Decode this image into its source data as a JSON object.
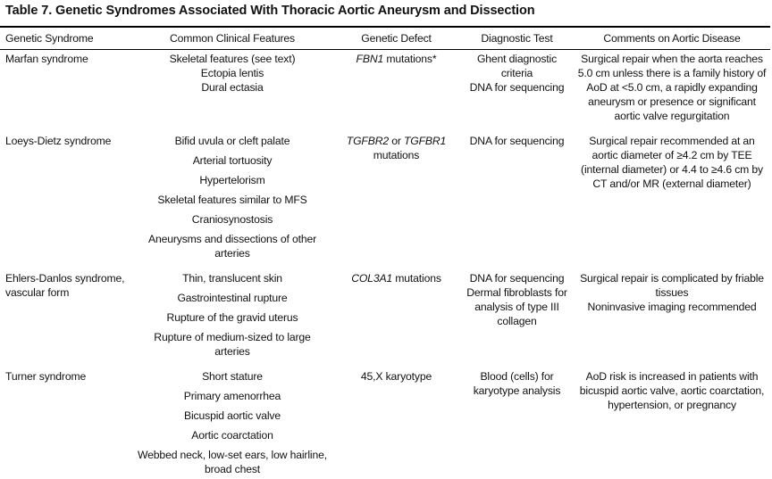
{
  "title": "Table 7.   Genetic Syndromes Associated With Thoracic Aortic Aneurysm and Dissection",
  "columns": [
    "Genetic Syndrome",
    "Common Clinical Features",
    "Genetic Defect",
    "Diagnostic Test",
    "Comments on Aortic Disease"
  ],
  "rows": [
    {
      "syndrome": "Marfan syndrome",
      "features": [
        "Skeletal features (see text)",
        "Ectopia lentis",
        "Dural ectasia"
      ],
      "defect_gene1": "FBN1",
      "defect_connector": "",
      "defect_gene2": "",
      "defect_suffix": " mutations*",
      "tests": [
        "Ghent diagnostic criteria",
        "DNA for sequencing"
      ],
      "comments": "Surgical repair when the aorta reaches 5.0 cm unless there is a family history of AoD at <5.0 cm, a rapidly expanding aneurysm or presence or significant aortic valve regurgitation"
    },
    {
      "syndrome": "Loeys-Dietz syndrome",
      "features": [
        "Bifid uvula or cleft palate",
        "Arterial tortuosity",
        "Hypertelorism",
        "Skeletal features similar to MFS",
        "Craniosynostosis",
        "Aneurysms and dissections of other arteries"
      ],
      "defect_gene1": "TGFBR2",
      "defect_connector": " or ",
      "defect_gene2": "TGFBR1",
      "defect_suffix": " mutations",
      "tests": [
        "DNA for sequencing"
      ],
      "comments": "Surgical repair recommended at an aortic diameter of ≥4.2 cm by TEE (internal diameter) or 4.4 to ≥4.6 cm by CT and/or MR (external diameter)"
    },
    {
      "syndrome": "Ehlers-Danlos syndrome, vascular form",
      "features": [
        "Thin, translucent skin",
        "Gastrointestinal rupture",
        "Rupture of the gravid uterus",
        "Rupture of medium-sized to large arteries"
      ],
      "defect_gene1": "COL3A1",
      "defect_connector": "",
      "defect_gene2": "",
      "defect_suffix": " mutations",
      "tests": [
        "DNA for sequencing",
        "Dermal fibroblasts for analysis of type III collagen"
      ],
      "comments": "Surgical repair is complicated by friable tissues",
      "comments2": "Noninvasive imaging recommended"
    },
    {
      "syndrome": "Turner syndrome",
      "features": [
        "Short stature",
        "Primary amenorrhea",
        "Bicuspid aortic valve",
        "Aortic coarctation",
        "Webbed neck, low-set ears, low hairline, broad chest"
      ],
      "defect_plain": "45,X karyotype",
      "tests": [
        "Blood (cells) for karyotype analysis"
      ],
      "comments": "AoD risk is increased in patients with bicuspid aortic valve, aortic coarctation, hypertension, or pregnancy"
    }
  ]
}
